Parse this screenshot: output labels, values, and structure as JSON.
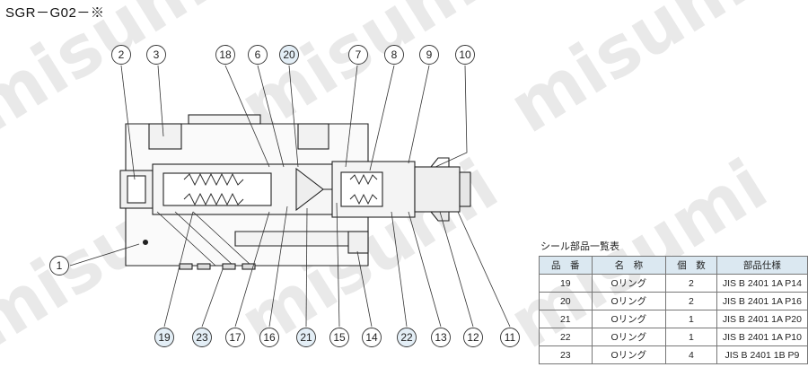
{
  "title": "SGR－G02－※",
  "watermark": "misumi",
  "callouts": [
    {
      "n": "1",
      "hl": false
    },
    {
      "n": "2",
      "hl": false
    },
    {
      "n": "3",
      "hl": false
    },
    {
      "n": "18",
      "hl": false
    },
    {
      "n": "6",
      "hl": false
    },
    {
      "n": "20",
      "hl": true
    },
    {
      "n": "7",
      "hl": false
    },
    {
      "n": "8",
      "hl": false
    },
    {
      "n": "9",
      "hl": false
    },
    {
      "n": "10",
      "hl": false
    },
    {
      "n": "19",
      "hl": true
    },
    {
      "n": "23",
      "hl": true
    },
    {
      "n": "17",
      "hl": false
    },
    {
      "n": "16",
      "hl": false
    },
    {
      "n": "21",
      "hl": true
    },
    {
      "n": "15",
      "hl": false
    },
    {
      "n": "14",
      "hl": false
    },
    {
      "n": "22",
      "hl": true
    },
    {
      "n": "13",
      "hl": false
    },
    {
      "n": "12",
      "hl": false
    },
    {
      "n": "11",
      "hl": false
    }
  ],
  "seal_table": {
    "title": "シール部品一覧表",
    "headers": [
      "品　番",
      "名　称",
      "個　数",
      "部品仕様"
    ],
    "rows": [
      [
        "19",
        "Oリング",
        "2",
        "JIS B 2401 1A P14"
      ],
      [
        "20",
        "Oリング",
        "2",
        "JIS B 2401 1A P16"
      ],
      [
        "21",
        "Oリング",
        "1",
        "JIS B 2401 1A P20"
      ],
      [
        "22",
        "Oリング",
        "1",
        "JIS B 2401 1A P10"
      ],
      [
        "23",
        "Oリング",
        "4",
        "JIS B 2401 1B P9"
      ]
    ]
  },
  "colors": {
    "outline": "#222222",
    "callout_highlight": "#e3eef6",
    "table_header": "#dbe8f1",
    "watermark": "#e9e9e9"
  }
}
